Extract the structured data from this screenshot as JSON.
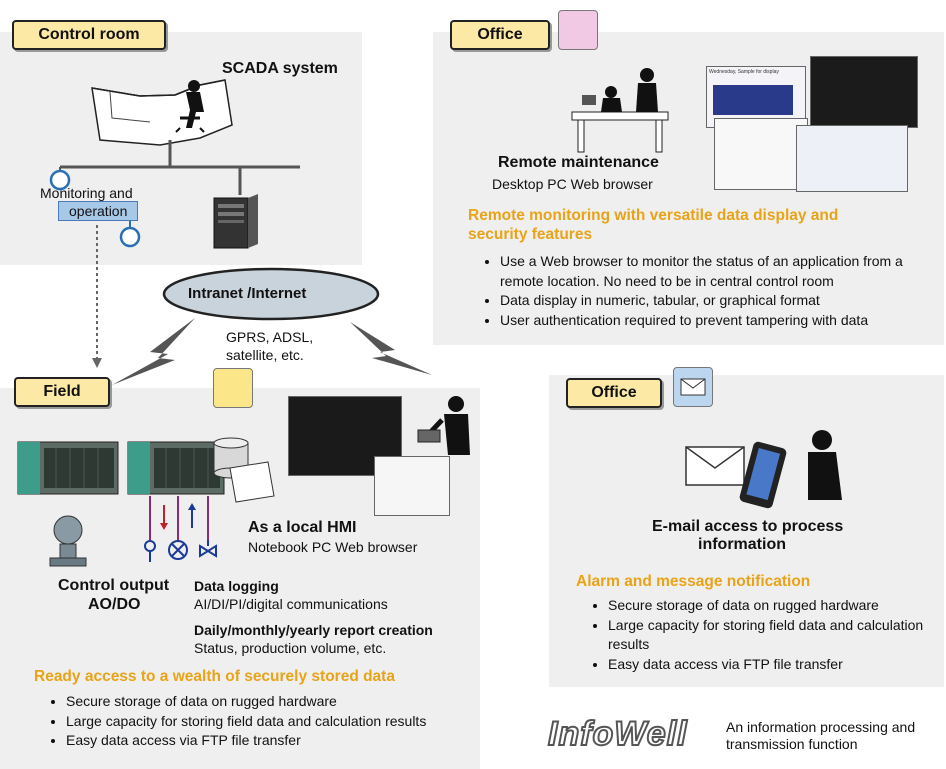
{
  "control_room": {
    "tag": "Control room",
    "scada": "SCADA system",
    "monitoring_line1": "Monitoring and",
    "monitoring_line2": "operation"
  },
  "network": {
    "cloud": "Intranet /Internet",
    "gprs_line1": "GPRS, ADSL,",
    "gprs_line2": "satellite, etc."
  },
  "office_top": {
    "tag": "Office",
    "title": "Remote maintenance",
    "subtitle": "Desktop PC Web browser",
    "heading_line1": "Remote monitoring with versatile data display and",
    "heading_line2": "security features",
    "bullets": [
      "Use a Web browser to monitor the status of an application from a remote location. No need to be in central control room",
      "Data display in numeric, tabular, or graphical format",
      "User authentication required to prevent tampering with data"
    ],
    "screen_title": "Wednesday, Sample for display"
  },
  "field": {
    "tag": "Field",
    "control_output_line1": "Control output",
    "control_output_line2": "AO/DO",
    "data_logging": "Data logging",
    "data_logging_sub": "AI/DI/PI/digital communications",
    "report": "Daily/monthly/yearly report creation",
    "report_sub": "Status, production volume, etc.",
    "local_hmi": "As a local HMI",
    "local_hmi_sub": "Notebook PC Web browser",
    "heading": "Ready access to a wealth of securely stored data",
    "bullets": [
      "Secure storage of data on rugged hardware",
      "Large capacity for storing field data and calculation results",
      "Easy data access via FTP file transfer"
    ]
  },
  "office_bottom": {
    "tag": "Office",
    "title_line1": "E-mail access to process",
    "title_line2": "information",
    "heading": "Alarm and message notification",
    "bullets": [
      "Secure storage of data on rugged hardware",
      "Large capacity for storing field data and calculation results",
      "Easy data access via FTP file transfer"
    ]
  },
  "brand": {
    "logo": "InfoWell",
    "tagline_line1": "An information processing and",
    "tagline_line2": "transmission function"
  },
  "colors": {
    "tag_bg": "#fde9a6",
    "panel_bg": "#efefef",
    "accent_orange": "#e8a317",
    "cloud_fill": "#c9d3dc",
    "monitor_blue": "#4a90d9"
  }
}
